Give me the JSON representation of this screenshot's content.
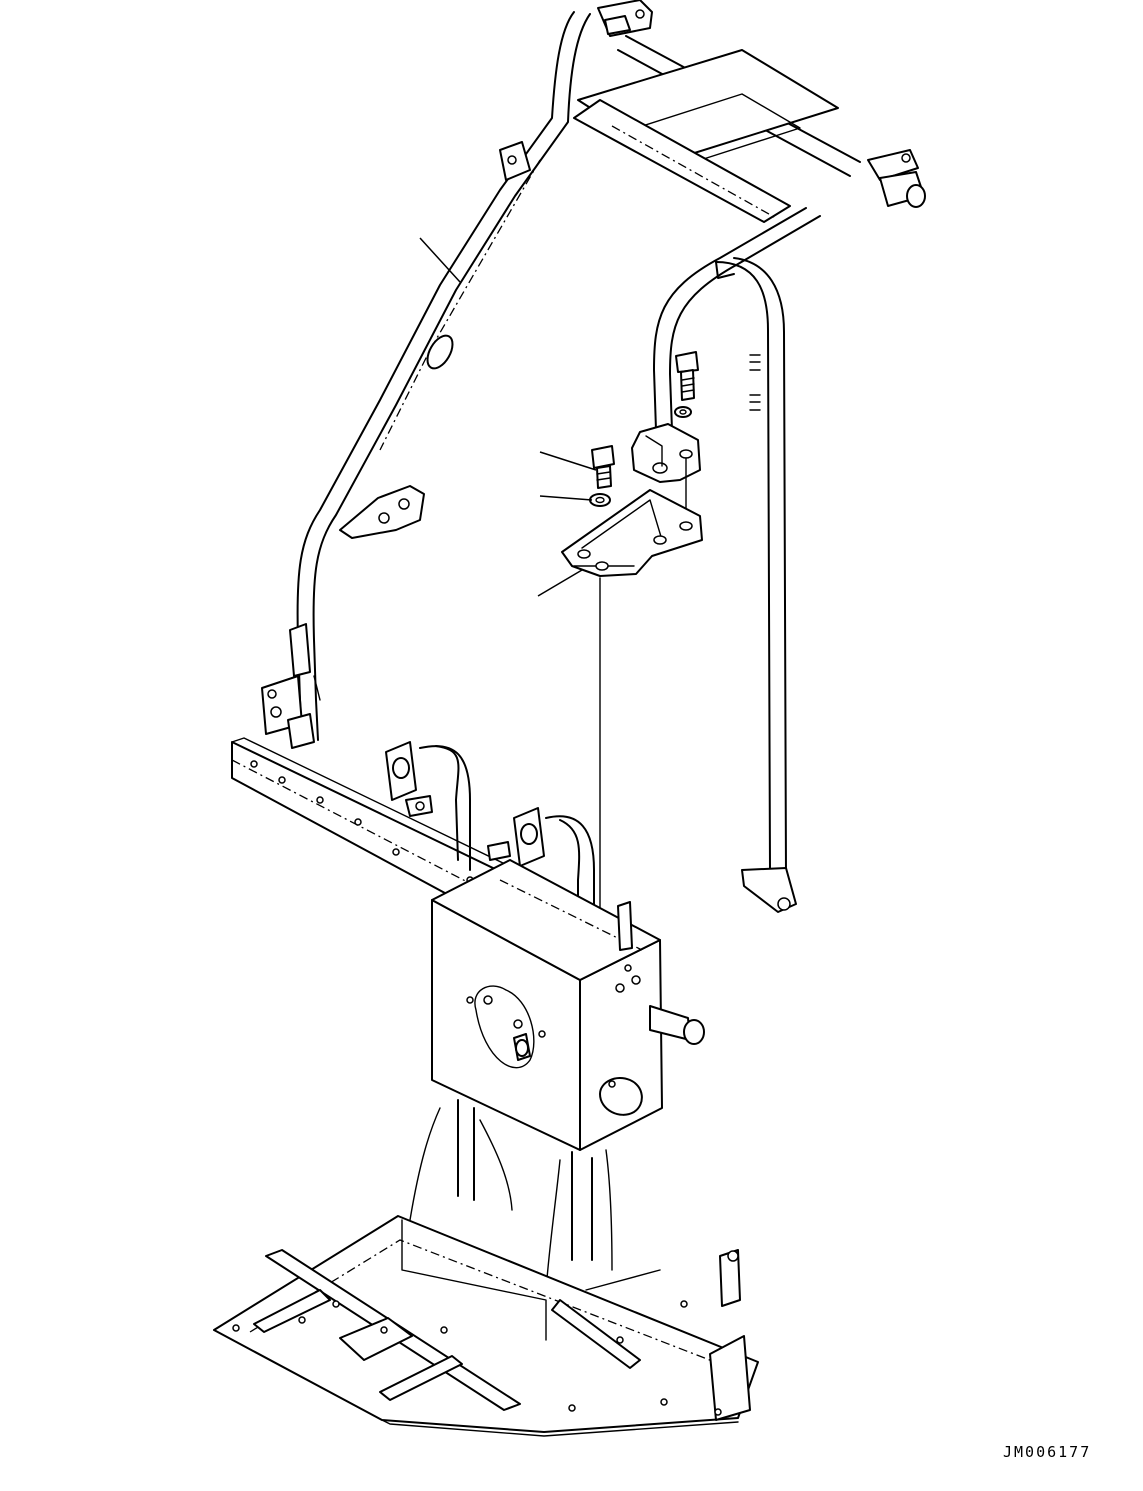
{
  "drawing": {
    "code": "JM006177",
    "callouts": [
      {
        "id": "rail-frame-leader"
      },
      {
        "id": "bolt-leader"
      },
      {
        "id": "washer-leader"
      },
      {
        "id": "bracket-leader"
      }
    ]
  }
}
